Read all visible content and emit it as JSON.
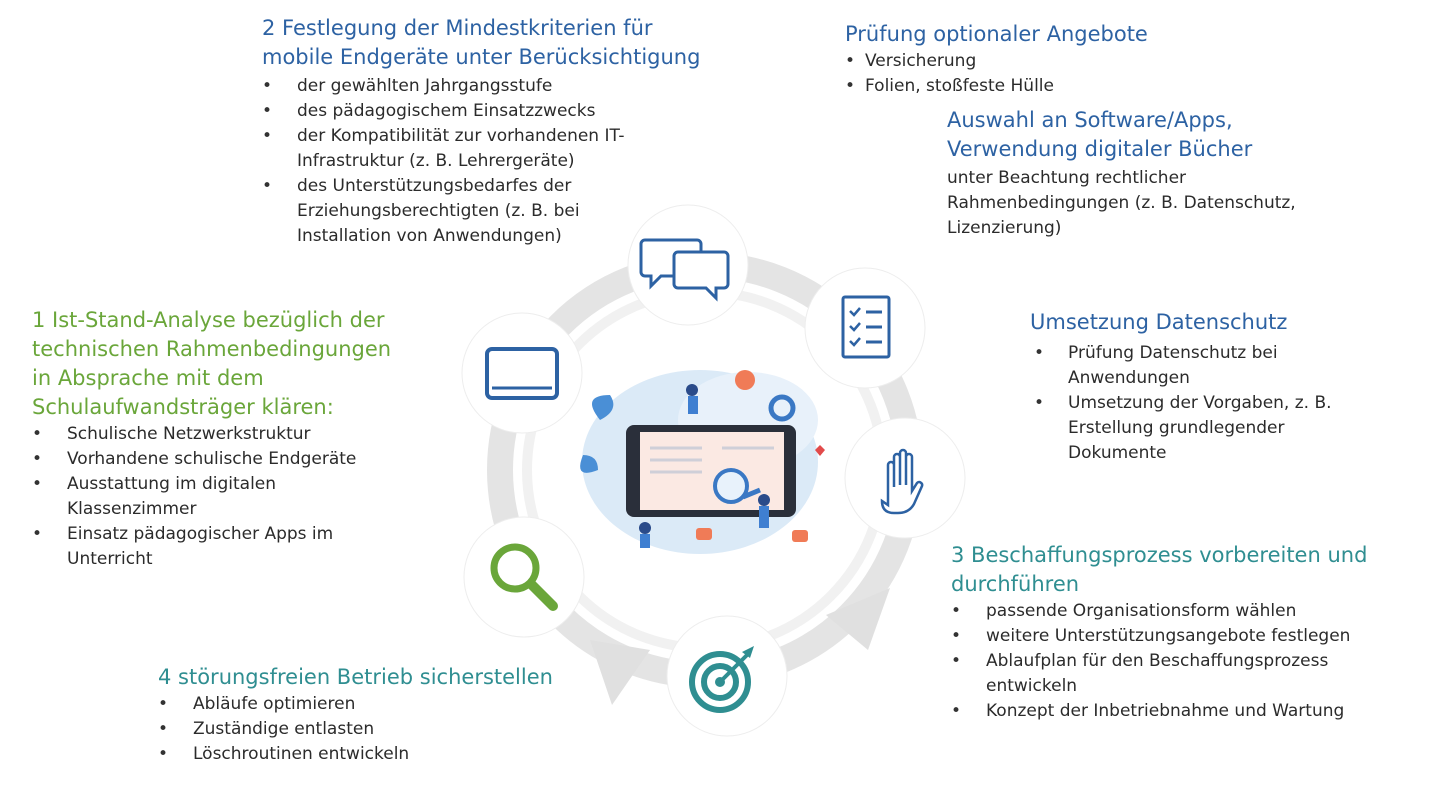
{
  "step2": {
    "title": "2 Festlegung der Mindestkriterien für mobile Endgeräte unter Berücksichtigung",
    "items": [
      "der gewählten Jahrgangsstufe",
      "des pädagogischem Einsatzzwecks",
      "der Kompatibilität zur vorhandenen IT-Infrastruktur (z. B. Lehrergeräte)",
      "des Unterstützungsbedarfes der Erziehungsberechtigten (z. B. bei Installation von Anwendungen)"
    ]
  },
  "optional": {
    "title": "Prüfung optionaler Angebote",
    "items": [
      "Versicherung",
      "Folien, stoßfeste Hülle"
    ]
  },
  "software": {
    "title": "Auswahl an Software/Apps, Verwendung digitaler Bücher",
    "text": "unter Beachtung rechtlicher Rahmenbedingungen (z. B. Datenschutz, Lizenzierung)"
  },
  "step1": {
    "title": "1 Ist-Stand-Analyse bezüglich der technischen Rahmenbedingungen in Absprache mit dem Schulaufwandsträger klären:",
    "items": [
      "Schulische Netzwerkstruktur",
      "Vorhandene schulische Endgeräte",
      "Ausstattung im digitalen Klassenzimmer",
      "Einsatz pädagogischer Apps im Unterricht"
    ]
  },
  "datenschutz": {
    "title": "Umsetzung Datenschutz",
    "items": [
      "Prüfung Datenschutz bei Anwendungen",
      "Umsetzung der Vorgaben, z. B. Erstellung grundlegender Dokumente"
    ]
  },
  "step3": {
    "title": "3 Beschaffungsprozess vorbereiten und durchführen",
    "items": [
      "passende Organisationsform wählen",
      "weitere Unterstützungsangebote festlegen",
      "Ablaufplan für den Beschaffungsprozess entwickeln",
      "Konzept der Inbetriebnahme und Wartung"
    ]
  },
  "step4": {
    "title": "4 störungsfreien Betrieb sicherstellen",
    "items": [
      "Abläufe optimieren",
      "Zuständige entlasten",
      "Löschroutinen entwickeln"
    ]
  },
  "icons": [
    "chat-icon",
    "checklist-icon",
    "hand-icon",
    "target-icon",
    "magnifier-icon",
    "tablet-icon"
  ],
  "colors": {
    "blue": "#2d62a3",
    "green": "#6aa63a",
    "teal": "#2f8e91",
    "ring": "#e4e4e4"
  }
}
